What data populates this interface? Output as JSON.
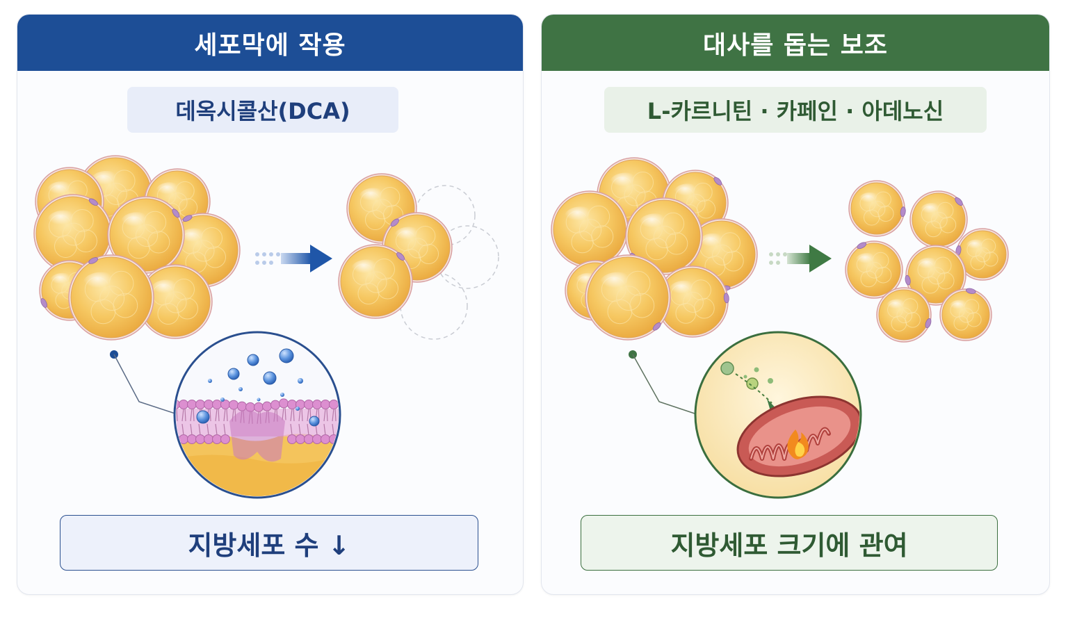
{
  "left_panel": {
    "title": "세포막에 작용",
    "ingredient": "데옥시콜산(DCA)",
    "result": "지방세포 수 ↓",
    "header_color": "#1d4e96",
    "accent_color": "#1f4f9a"
  },
  "right_panel": {
    "title": "대사를 돕는 보조",
    "ingredients": "L-카르니틴 · 카페인 · 아데노신",
    "result": "지방세포 크기에 관여",
    "header_color": "#3f7344",
    "accent_color": "#3c6e40"
  },
  "colors": {
    "fat_cell": "#f4bf55",
    "cell_border": "#d9a0a0",
    "membrane": "#d99ac9",
    "mitochondria": "#c85a55",
    "flame": "#f28a1e"
  },
  "icons": [
    "right-arrow-icon",
    "membrane-disruption-icon",
    "mitochondria-icon",
    "flame-icon"
  ]
}
